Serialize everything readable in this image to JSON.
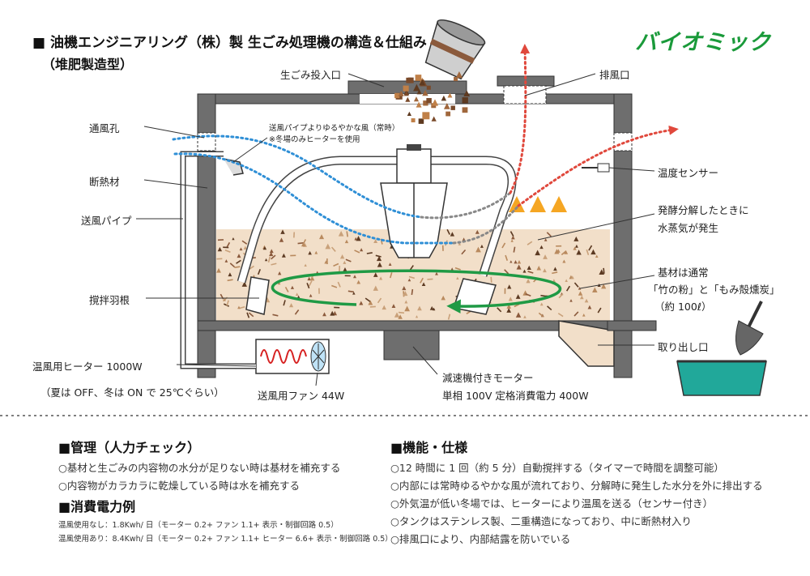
{
  "header": {
    "title": "■ 油機エンジニアリング（株）製 生ごみ処理機の構造＆仕組み",
    "subtitle": "（堆肥製造型）",
    "brand": "バイオミック"
  },
  "labels": {
    "food_inlet": "生ごみ投入口",
    "exhaust": "排風口",
    "vent_hole": "通風孔",
    "gentle_air": "送風パイプよりゆるやかな風（常時）",
    "heater_winter": "※冬場のみヒーターを使用",
    "temp_sensor": "温度センサー",
    "insulation": "断熱材",
    "air_pipe": "送風パイプ",
    "ferment_1": "発酵分解したときに",
    "ferment_2": "水蒸気が発生",
    "base_1": "基材は通常",
    "base_2": "「竹の粉」と「もみ殻燻炭」",
    "base_3": "（約 100ℓ）",
    "stir_blade": "撹拌羽根",
    "outlet": "取り出し口",
    "heater": "温風用ヒーター 1000W",
    "heater_note": "（夏は OFF、冬は ON で 25℃ぐらい）",
    "fan": "送風用ファン 44W",
    "motor": "減速機付きモーター",
    "motor_spec": "単相 100V 定格消費電力 400W"
  },
  "sections": {
    "manage_title": "■管理（人力チェック）",
    "manage_items": [
      "○基材と生ごみの内容物の水分が足りない時は基材を補充する",
      "○内容物がカラカラに乾燥している時は水を補充する"
    ],
    "power_title": "■消費電力例",
    "power_items": [
      "温風使用なし：1.8Kwh/ 日（モーター 0.2+ ファン 1.1+ 表示・制御回路 0.5）",
      "温風使用あり：8.4Kwh/ 日（モーター 0.2+ ファン 1.1+ ヒーター 6.6+ 表示・制御回路 0.5）"
    ],
    "spec_title": "■機能・仕様",
    "spec_items": [
      "○12 時間に 1 回（約 5 分）自動撹拌する（タイマーで時間を調整可能）",
      "○内部には常時ゆるやかな風が流れており、分解時に発生した水分を外に排出する",
      "○外気温が低い冬場では、ヒーターにより温風を送る（センサー付き）",
      "○タンクはステンレス製、二重構造になっており、中に断熱材入り",
      "○排風口により、内部結露を防いでいる"
    ]
  },
  "colors": {
    "brand": "#1a9a3a",
    "tank": "#6e6e6e",
    "insulation": "#f3ec9a",
    "arrow_red": "#e0483c",
    "flow_blue": "#2f8fd6",
    "stir_green": "#1f9a45",
    "heater_red": "#d62020",
    "compost": "#f2dfc9"
  }
}
